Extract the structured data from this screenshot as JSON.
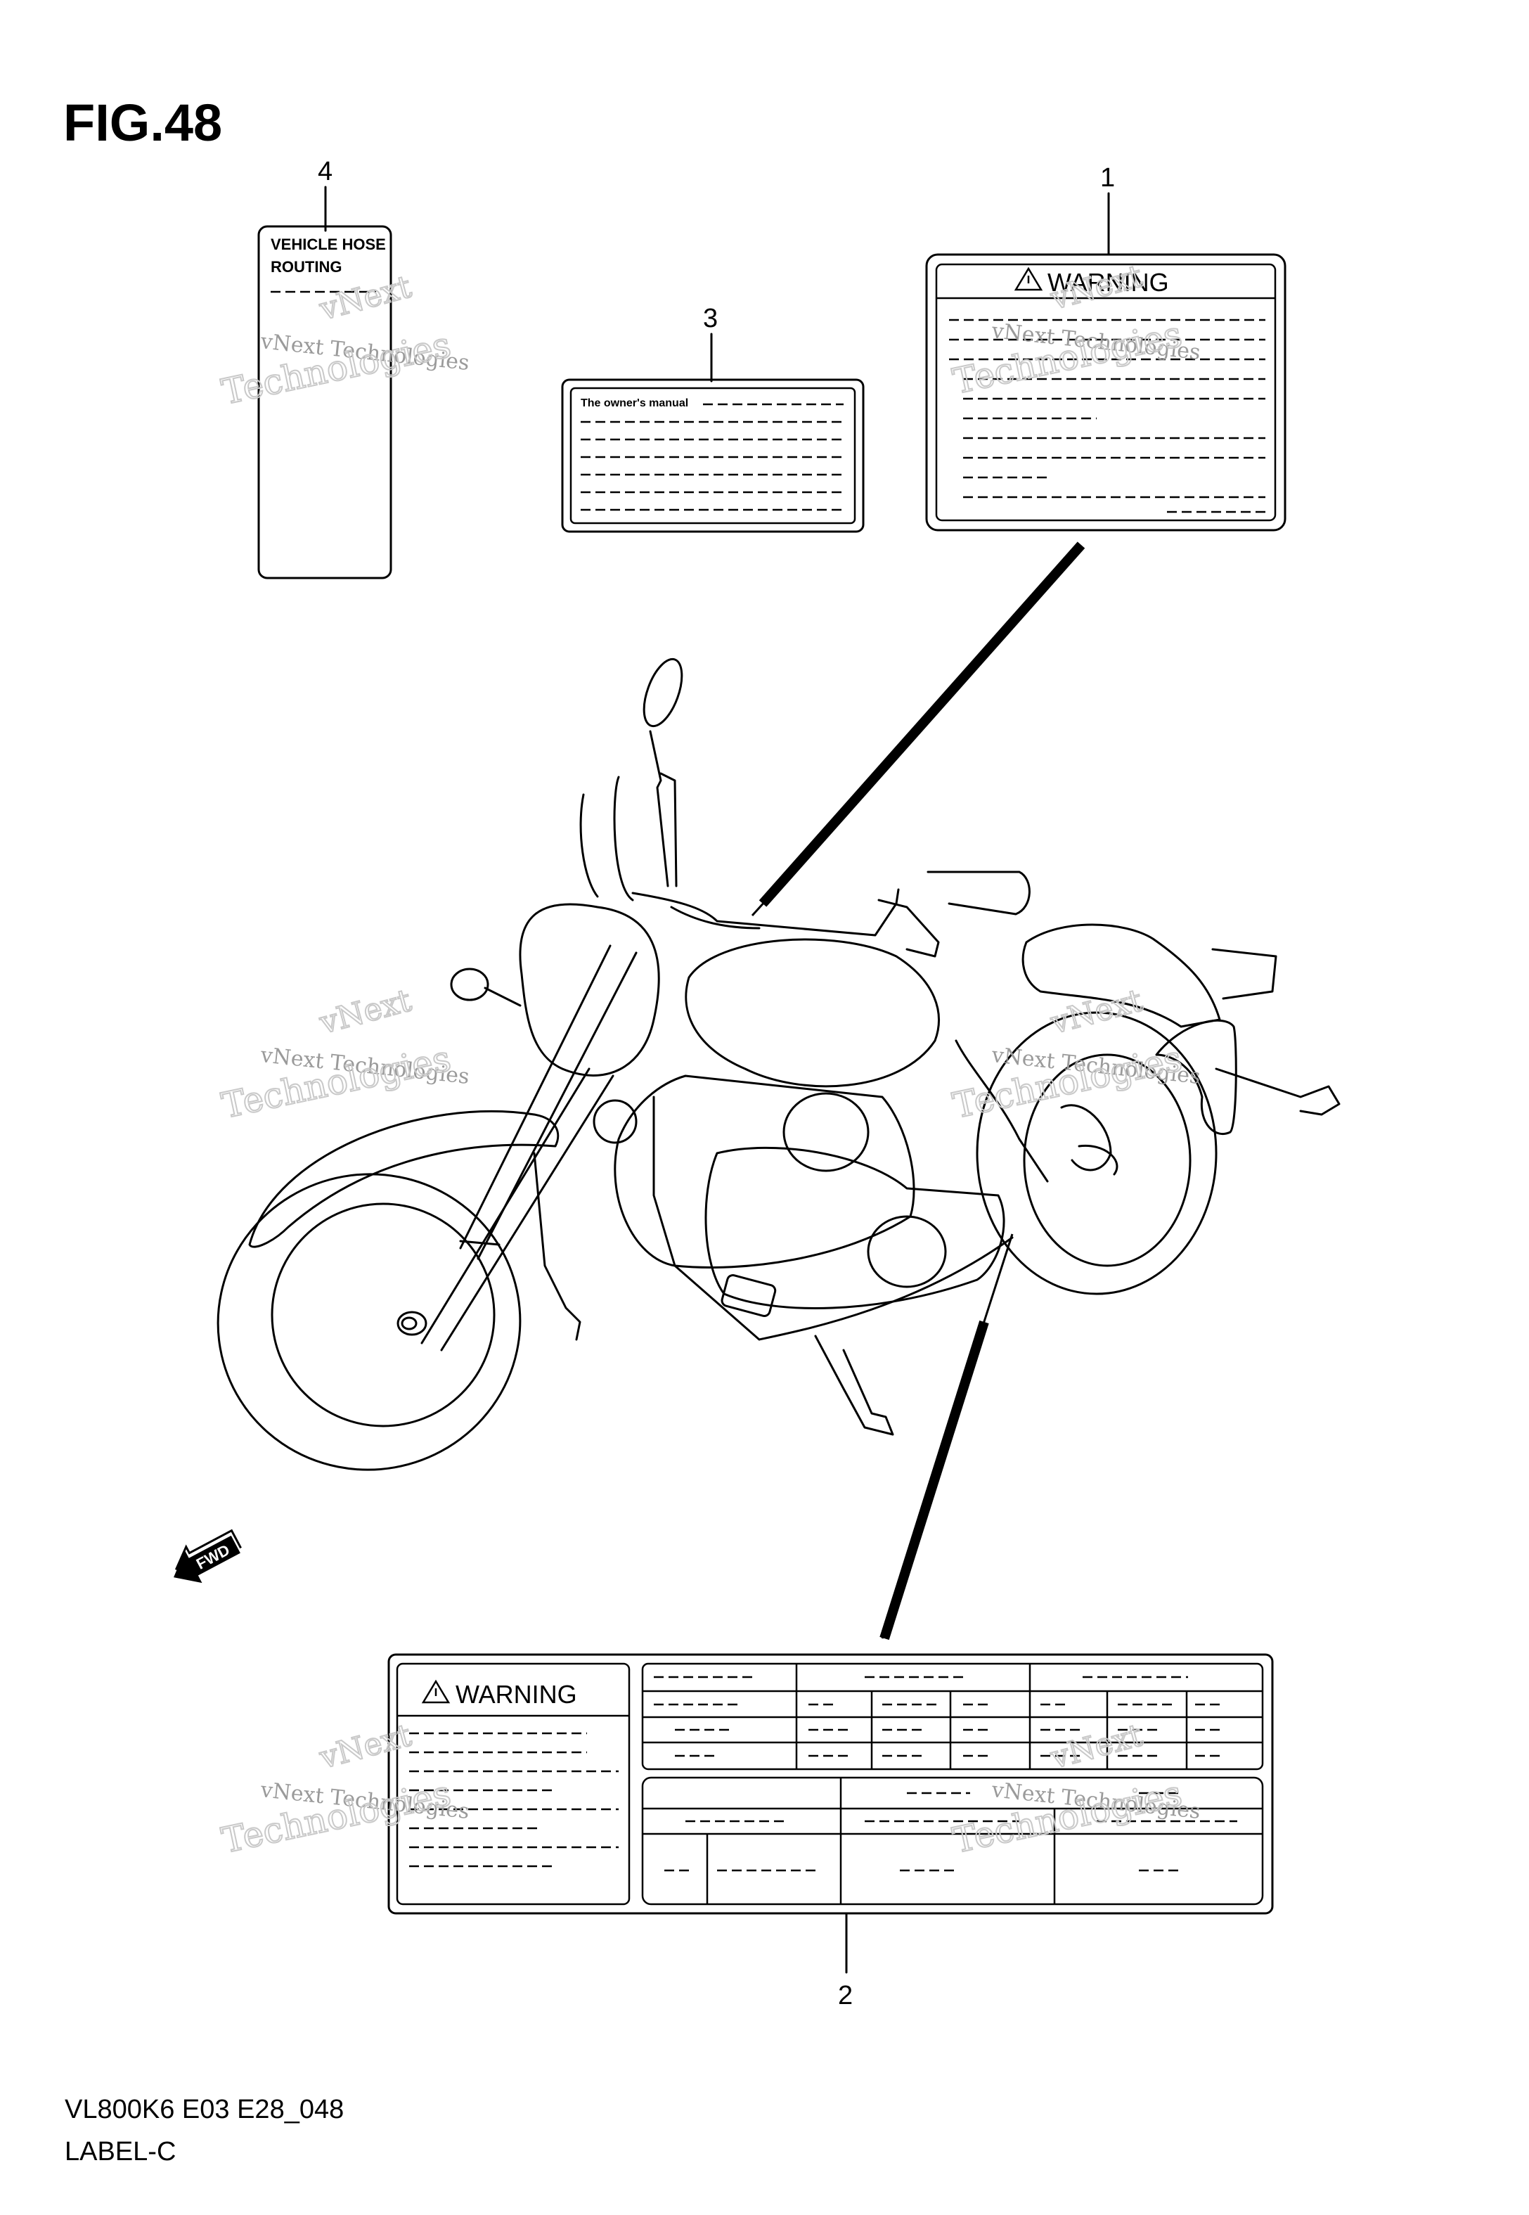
{
  "figure": {
    "title": "FIG.48"
  },
  "callouts": [
    "1",
    "2",
    "3",
    "4"
  ],
  "labels": {
    "label_1": {
      "heading": "WARNING"
    },
    "label_2": {
      "heading": "WARNING"
    },
    "label_3": {
      "text": "The owner's manual"
    },
    "label_4": {
      "line1": "VEHICLE HOSE",
      "line2": "ROUTING"
    }
  },
  "fwd_arrow": {
    "text": "FWD",
    "icon": "forward-arrow-icon"
  },
  "watermark": {
    "line1": "vNext Technologies",
    "line2": "vNext",
    "line3": "Technologies"
  },
  "footer": {
    "code": "VL800K6 E03 E28_048",
    "name": "LABEL-C"
  }
}
